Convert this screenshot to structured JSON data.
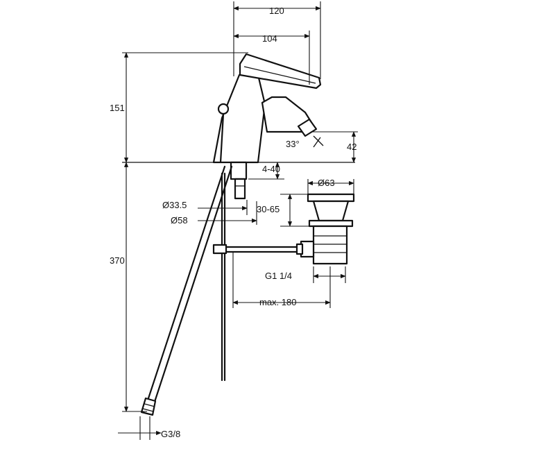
{
  "dimensions": {
    "overall_width": "120",
    "lever_width": "104",
    "height_above_deck": "151",
    "spout_angle": "33°",
    "spout_height": "42",
    "deck_thickness": "4-40",
    "waste_diameter": "Ø63",
    "waste_thickness": "30-65",
    "rod_diameter": "Ø33.5",
    "base_diameter": "Ø58",
    "height_below_deck": "370",
    "waste_thread": "G1 1/4",
    "rod_reach": "max. 180",
    "hose_thread": "G3/8"
  },
  "colors": {
    "line": "#111111",
    "background": "#ffffff"
  }
}
